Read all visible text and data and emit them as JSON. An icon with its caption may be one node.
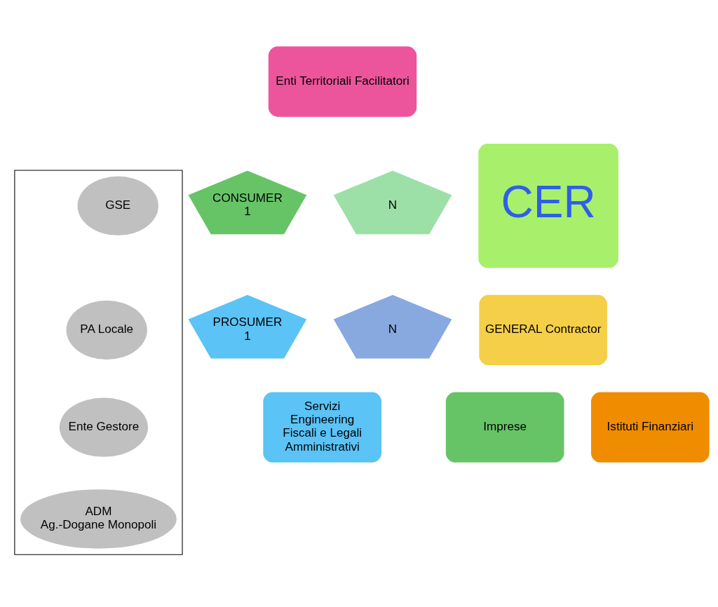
{
  "diagram": {
    "nodes": [
      {
        "text": [
          "Enti Territoriali Facilitatori"
        ]
      },
      {
        "text": [
          "CONSUMER",
          "1"
        ]
      },
      {
        "text": [
          "N"
        ]
      },
      {
        "text": [
          "PROSUMER",
          "1"
        ]
      },
      {
        "text": [
          "N"
        ]
      },
      {
        "text": [
          "CER"
        ]
      },
      {
        "text": [],
        "shape": "box"
      },
      {
        "text": [
          "GSE"
        ],
        "in": 6
      },
      {
        "text": [
          "PA Locale"
        ],
        "in": 6
      },
      {
        "text": [
          "Ente Gestore"
        ],
        "in": 6
      },
      {
        "text": [
          "ADM",
          "Ag.-Dogane Monopoli"
        ],
        "in": 6
      },
      {
        "text": [
          "GENERAL Contractor"
        ]
      },
      {
        "text": [
          "Servizi",
          "Engineering",
          "Fiscali e Legali",
          "Amministrativi"
        ]
      },
      {
        "text": [
          "Imprese"
        ]
      },
      {
        "text": [
          "Istituti Finanziari"
        ]
      }
    ],
    "edges": []
  }
}
